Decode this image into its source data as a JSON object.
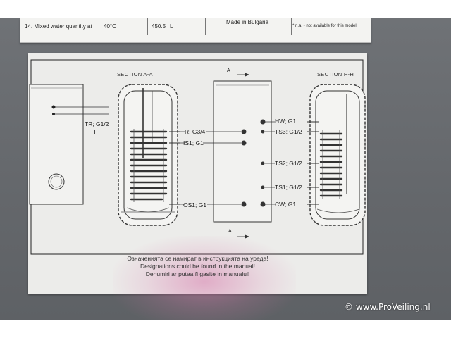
{
  "rating_label": {
    "item": "14. Mixed water quantity at",
    "temperature": "40°C",
    "value": "450.5",
    "unit": "L",
    "origin": "Made in Bulgaria",
    "footnote": "* n.a. - not available for this model"
  },
  "diagram": {
    "section_aa": "SECTION A-A",
    "section_hh": "SECTION H-H",
    "marker_top": "A",
    "marker_bottom": "A",
    "connections_left": [
      {
        "label": "TR; G1/2"
      },
      {
        "label": "T"
      }
    ],
    "connections_aa": [
      {
        "label": "R; G3/4"
      },
      {
        "label": "IS1; G1"
      },
      {
        "label": "OS1; G1"
      }
    ],
    "connections_hh": [
      {
        "label": "HW; G1"
      },
      {
        "label": "TS3; G1/2"
      },
      {
        "label": "TS2; G1/2"
      },
      {
        "label": "TS1; G1/2"
      },
      {
        "label": "CW; G1"
      }
    ],
    "notes": [
      "Означенията се намират в инструкцията на уреда!",
      "Designations could be found in the manual!",
      "Denumiri ar putea fi gasite in manualul!"
    ]
  },
  "watermark": "© www.ProVeiling.nl"
}
